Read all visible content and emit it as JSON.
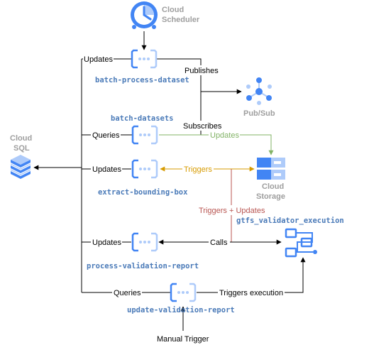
{
  "nodes": {
    "cloud_scheduler": {
      "label_line1": "Cloud",
      "label_line2": "Scheduler",
      "icon": "clock-icon"
    },
    "pubsub": {
      "label": "Pub/Sub",
      "icon": "pubsub-icon"
    },
    "cloud_sql": {
      "label_line1": "Cloud",
      "label_line2": "SQL",
      "icon": "database-icon"
    },
    "cloud_storage": {
      "label_line1": "Cloud",
      "label_line2": "Storage",
      "icon": "storage-icon"
    },
    "gtfs_validator_execution": {
      "label": "gtfs_validator_execution",
      "icon": "workflow-icon"
    },
    "batch_process_dataset": {
      "label": "batch-process-dataset",
      "icon": "cloud-function-icon"
    },
    "batch_datasets": {
      "label": "batch-datasets",
      "icon": "cloud-function-icon"
    },
    "extract_bounding_box": {
      "label": "extract-bounding-box",
      "icon": "cloud-function-icon"
    },
    "process_validation_report": {
      "label": "process-validation-report",
      "icon": "cloud-function-icon"
    },
    "update_validation_report": {
      "label": "update-validation-report",
      "icon": "cloud-function-icon"
    },
    "manual_trigger": {
      "label": "Manual Trigger"
    }
  },
  "edges": {
    "updates_1": "Updates",
    "publishes": "Publishes",
    "subscribes": "Subscribes",
    "queries_1": "Queries",
    "updates_storage": "Updates",
    "updates_2": "Updates",
    "triggers": "Triggers",
    "triggers_updates": "Triggers + Updates",
    "updates_3": "Updates",
    "calls": "Calls",
    "queries_2": "Queries",
    "triggers_execution": "Triggers execution"
  },
  "colors": {
    "line": "#000000",
    "green": "#82b366",
    "gold": "#d79b00",
    "red": "#b85450",
    "function_label": "#4a7ab8",
    "gcp_blue": "#4285f4",
    "gcp_light_blue": "#aecbfa",
    "gray_label": "#9e9e9e"
  }
}
